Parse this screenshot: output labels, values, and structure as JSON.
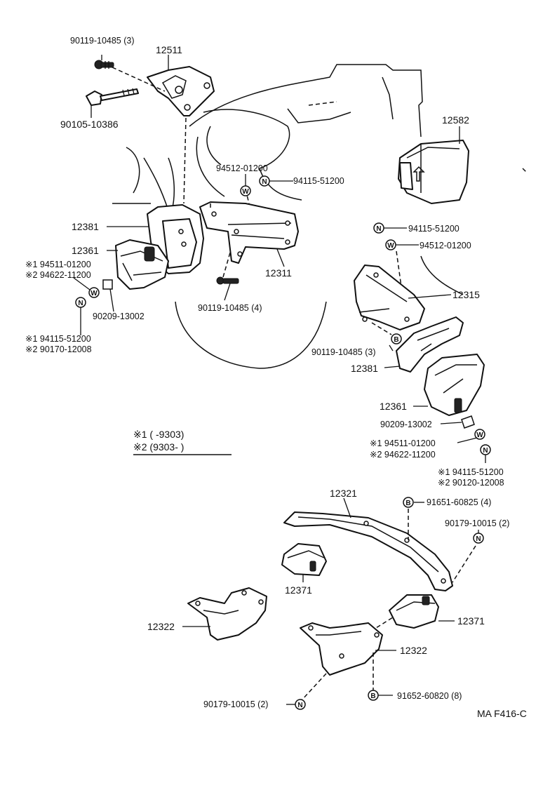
{
  "labels": {
    "p90119_10485_3_top": "90119-10485 (3)",
    "p12511": "12511",
    "p90105_10386": "90105-10386",
    "p12582": "12582",
    "p94512_01200_top": "94512-01200",
    "p94115_51200_top": "94115-51200",
    "p12381_left": "12381",
    "p12361_left": "12361",
    "p12311": "12311",
    "left_note_1a": "※1 94511-01200",
    "left_note_2a": "※2 94622-11200",
    "p90209_13002_left": "90209-13002",
    "p90119_10485_4": "90119-10485 (4)",
    "left_note_1b": "※1 94115-51200",
    "left_note_2b": "※2 90170-12008",
    "p94115_51200_right": "94115-51200",
    "p94512_01200_right": "94512-01200",
    "p12315": "12315",
    "p90119_10485_3_mid": "90119-10485 (3)",
    "p12381_right": "12381",
    "p12361_right": "12361",
    "p90209_13002_right": "90209-13002",
    "right_note_1a": "※1 94511-01200",
    "right_note_2a": "※2 94622-11200",
    "right_note_1b": "※1 94115-51200",
    "right_note_2b": "※2 90120-12008",
    "legend_1": "※1 (         -9303)",
    "legend_2": "※2 (9303-         )",
    "p12321": "12321",
    "p91651_60825": "91651-60825 (4)",
    "p90179_10015_2_right": "90179-10015 (2)",
    "p12371_left": "12371",
    "p12371_right": "12371",
    "p12322_left": "12322",
    "p12322_right": "12322",
    "p90179_10015_2_bottom": "90179-10015 (2)",
    "p91652_60820": "91652-60820 (8)",
    "figure_code": "MA  F416-C"
  },
  "symbols": {
    "washer": "W",
    "nut": "N",
    "bolt": "B"
  }
}
